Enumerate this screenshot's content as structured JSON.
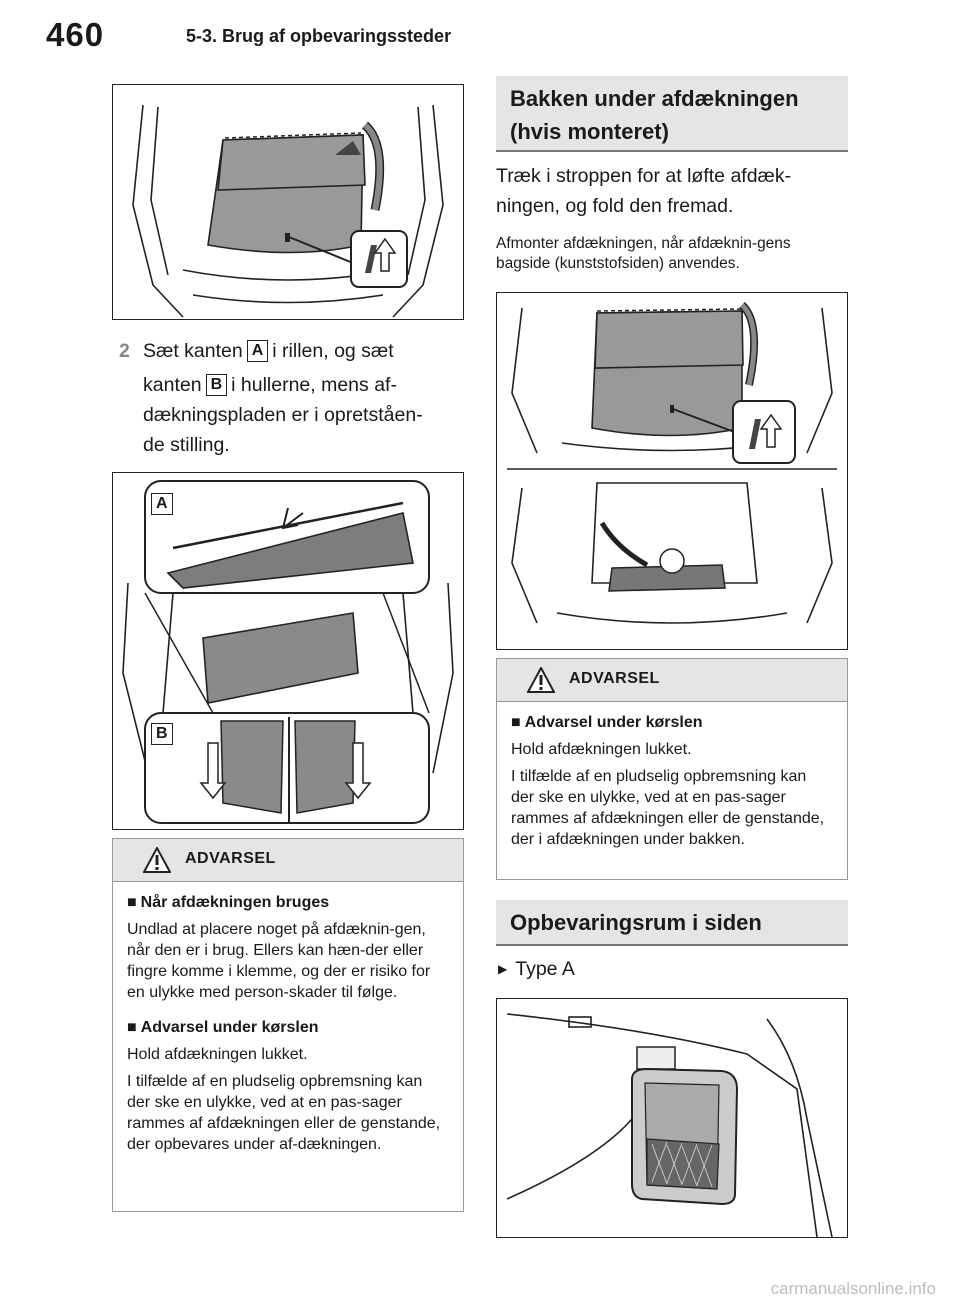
{
  "header": {
    "page_number": "460",
    "section": "5-3. Brug af opbevaringssteder"
  },
  "left": {
    "step": {
      "number": "2",
      "line1_a": "Sæt kanten",
      "label_a": "A",
      "line1_b": "i rillen, og sæt",
      "line2_a": "kanten",
      "label_b": "B",
      "line2_b": "i hullerne, mens af-",
      "line3": "dækningspladen er i opretståen-",
      "line4": "de stilling."
    },
    "figure2_labels": {
      "a": "A",
      "b": "B"
    },
    "warning": {
      "title": "ADVARSEL",
      "h1": "Når afdækningen bruges",
      "p1": "Undlad at placere noget på afdæknin-gen, når den er i brug. Ellers kan hæn-der eller fingre komme i klemme, og der er risiko for en ulykke med person-skader til følge.",
      "h2": "Advarsel under kørslen",
      "p2": "Hold afdækningen lukket.",
      "p3": "I tilfælde af en pludselig opbremsning kan der ske en ulykke, ved at en pas-sager rammes af afdækningen eller de genstande, der opbevares under af-dækningen."
    }
  },
  "right": {
    "band1": {
      "line1": "Bakken under afdækningen",
      "line2": "(hvis monteret)"
    },
    "text1": "Træk i stroppen for at løfte afdæk-ningen, og fold den fremad.",
    "text2": "Afmonter afdækningen, når afdæknin-gens bagside (kunststofsiden) anvendes.",
    "warning": {
      "title": "ADVARSEL",
      "h1": "Advarsel under kørslen",
      "p1": "Hold afdækningen lukket.",
      "p2": "I tilfælde af en pludselig opbremsning kan der ske en ulykke, ved at en pas-sager rammes af afdækningen eller de genstande, der i afdækningen under bakken."
    },
    "band2": {
      "line1": "Opbevaringsrum i siden"
    },
    "bullet": "Type A"
  },
  "watermark": "carmanualsonline.info",
  "colors": {
    "band": "#e5e5e5",
    "border": "#999999",
    "text": "#1a1a1a"
  }
}
